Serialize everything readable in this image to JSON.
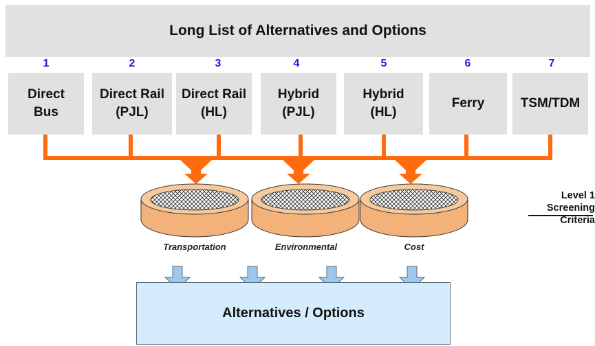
{
  "title": "Long List  of Alternatives and Options",
  "alternatives": [
    {
      "num": "1",
      "label": "Direct\nBus"
    },
    {
      "num": "2",
      "label": "Direct Rail\n(PJL)"
    },
    {
      "num": "3",
      "label": "Direct Rail\n(HL)"
    },
    {
      "num": "4",
      "label": "Hybrid\n(PJL)"
    },
    {
      "num": "5",
      "label": "Hybrid\n(HL)"
    },
    {
      "num": "6",
      "label": "Ferry"
    },
    {
      "num": "7",
      "label": "TSM/TDM"
    }
  ],
  "screens": [
    {
      "label": "Transportation"
    },
    {
      "label": "Environmental"
    },
    {
      "label": "Cost"
    }
  ],
  "screening": {
    "line1": "Level 1",
    "line2": "Screening Criteria"
  },
  "result": "Alternatives / Options",
  "colors": {
    "connector": "#ff6b0f",
    "sieve": "#f2b27a",
    "arrow": "#9cc7ee",
    "box_bg": "#e1e1e1",
    "result_bg": "#d5ecfc",
    "number": "#1a1ae0"
  }
}
